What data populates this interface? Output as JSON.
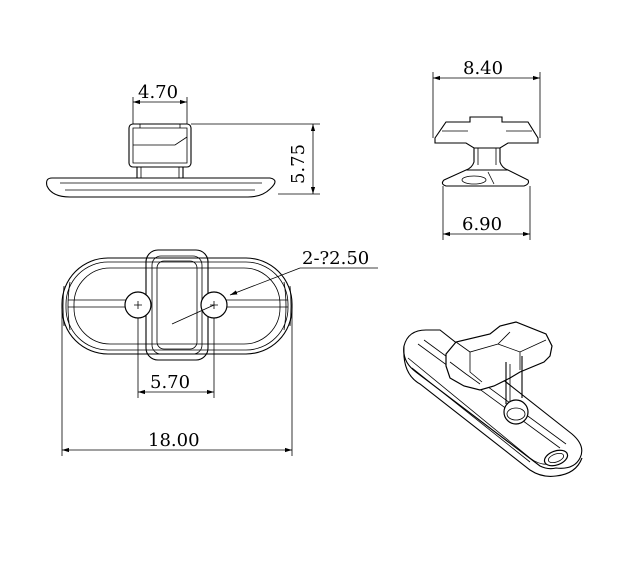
{
  "dimensions": {
    "d_470": "4.70",
    "d_575": "5.75",
    "d_840": "8.40",
    "d_690": "6.90",
    "d_250": "2-?2.50",
    "d_570": "5.70",
    "d_1800": "18.00"
  }
}
